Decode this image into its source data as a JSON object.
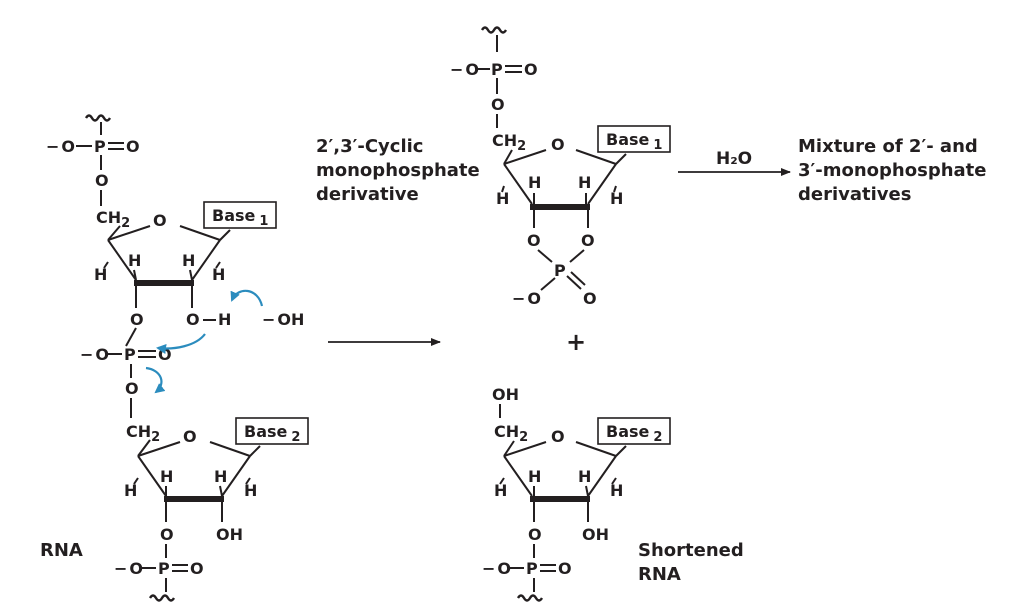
{
  "labels": {
    "rna": "RNA",
    "cyclic_line1": "2′,3′-Cyclic",
    "cyclic_line2": "monophosphate",
    "cyclic_line3": "derivative",
    "water": "H₂O",
    "mixture_line1": "Mixture  of 2′- and",
    "mixture_line2": "3′-monophosphate",
    "mixture_line3": "derivatives",
    "plus": "+",
    "shortened_line1": "Shortened",
    "shortened_line2": "RNA"
  },
  "atoms": {
    "o": "O",
    "p": "P",
    "h": "H",
    "oh": "OH",
    "ch2": "CH",
    "sub2": "2",
    "neg": "−",
    "hydroxide": "OH"
  },
  "bases": {
    "base1": "Base",
    "base1_sub": "1",
    "base2": "Base",
    "base2_sub": "2"
  },
  "colors": {
    "ink": "#231f20",
    "curved_arrow": "#2b8cbe"
  }
}
